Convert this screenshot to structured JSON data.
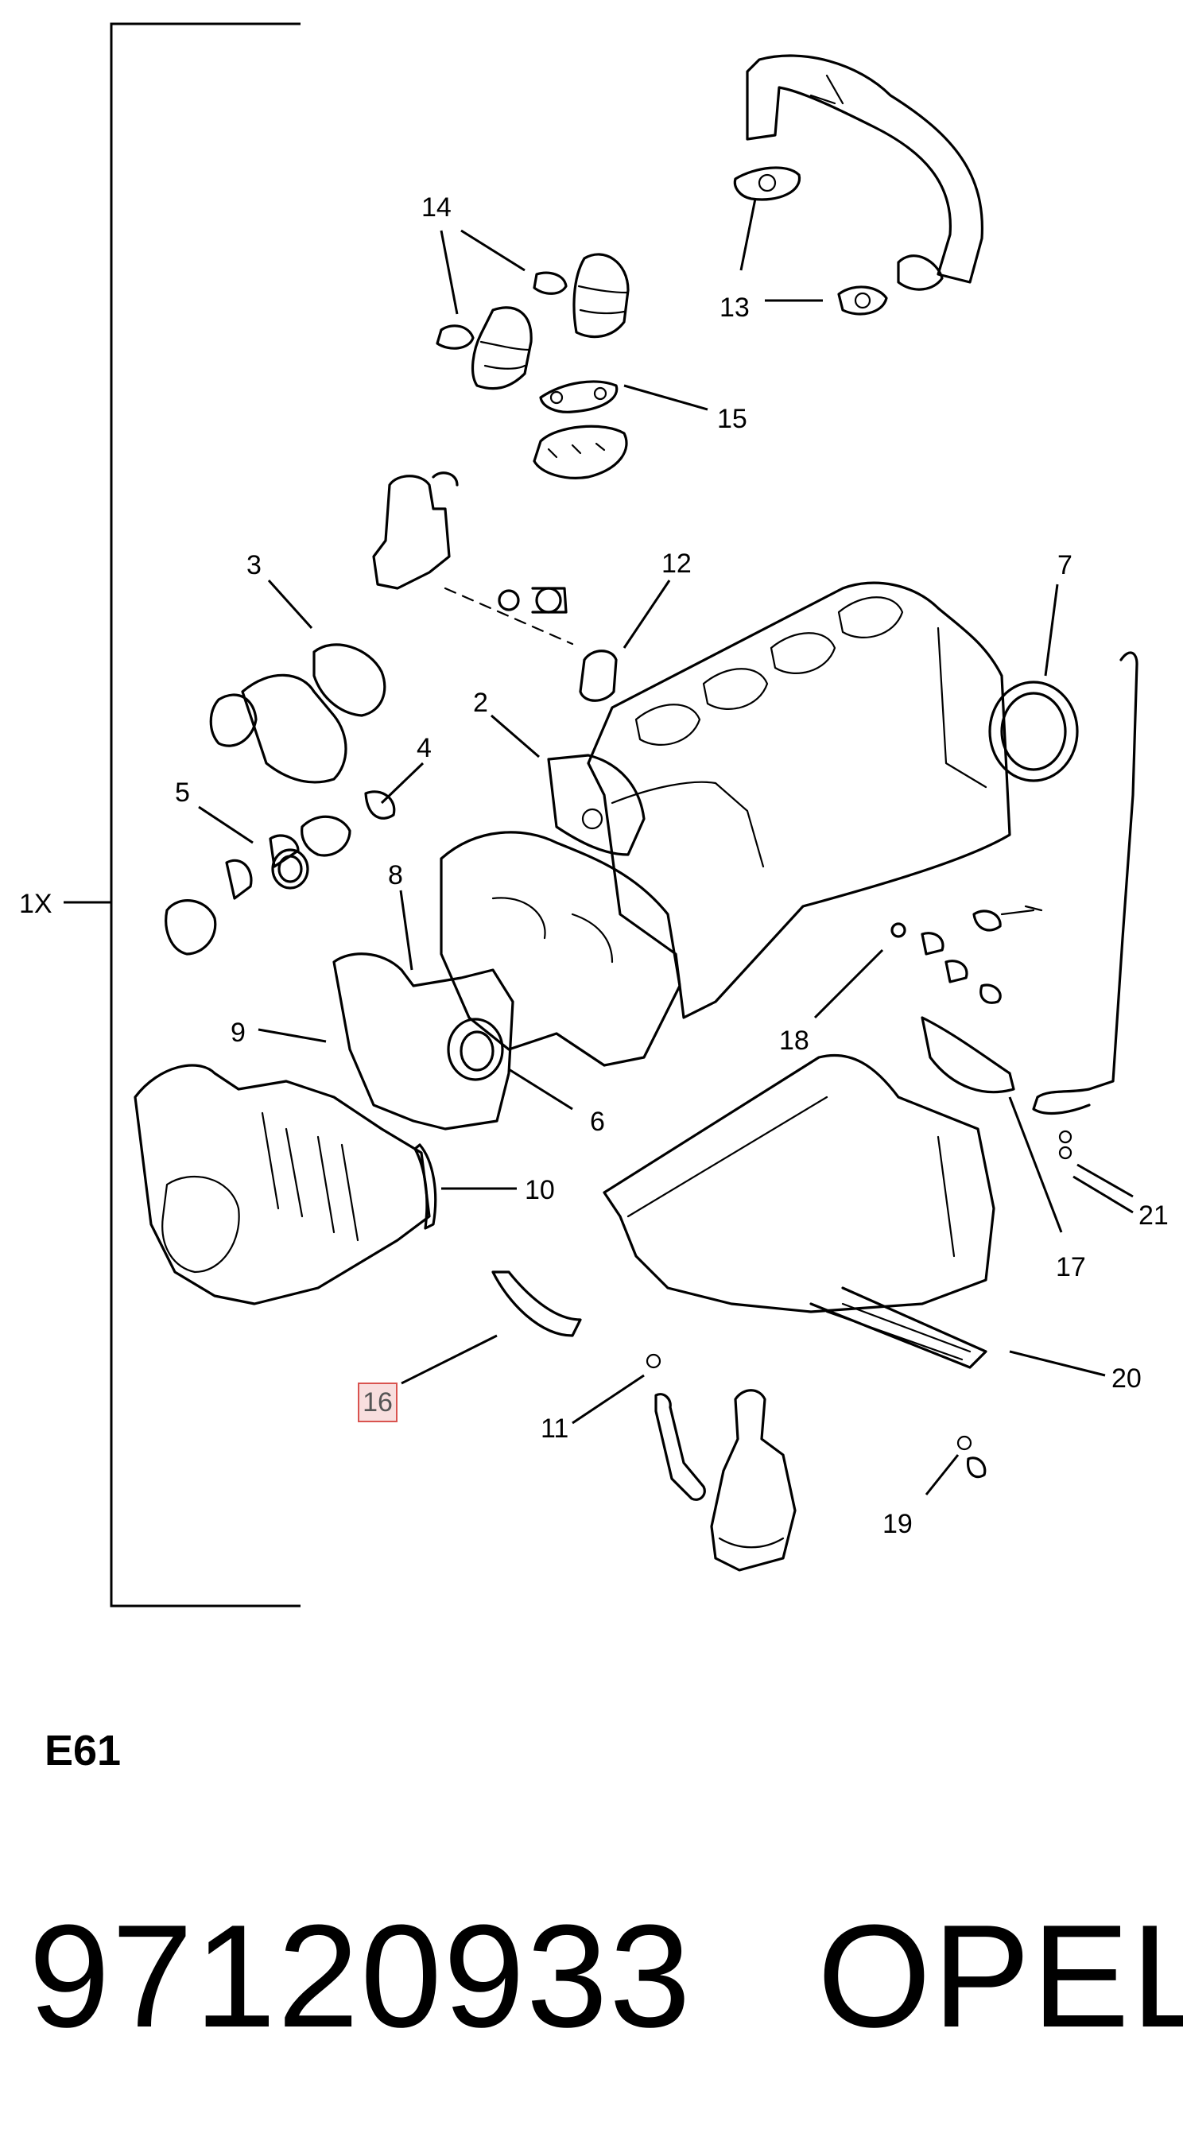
{
  "diagram": {
    "quantity_label": "1X",
    "callouts": [
      {
        "id": "2",
        "text": "2"
      },
      {
        "id": "3",
        "text": "3"
      },
      {
        "id": "4",
        "text": "4"
      },
      {
        "id": "5",
        "text": "5"
      },
      {
        "id": "6",
        "text": "6"
      },
      {
        "id": "7",
        "text": "7"
      },
      {
        "id": "8",
        "text": "8"
      },
      {
        "id": "9",
        "text": "9"
      },
      {
        "id": "10",
        "text": "10"
      },
      {
        "id": "11",
        "text": "11"
      },
      {
        "id": "12",
        "text": "12"
      },
      {
        "id": "13",
        "text": "13"
      },
      {
        "id": "14",
        "text": "14"
      },
      {
        "id": "15",
        "text": "15"
      },
      {
        "id": "16",
        "text": "16"
      },
      {
        "id": "17",
        "text": "17"
      },
      {
        "id": "18",
        "text": "18"
      },
      {
        "id": "19",
        "text": "19"
      },
      {
        "id": "20",
        "text": "20"
      },
      {
        "id": "21",
        "text": "21"
      }
    ],
    "highlighted_callout": "16",
    "highlight_color": "#f8dede",
    "highlight_border_color": "#d9534f"
  },
  "footer": {
    "section_code": "E61",
    "part_number": "97120933",
    "brand": "OPEL"
  }
}
